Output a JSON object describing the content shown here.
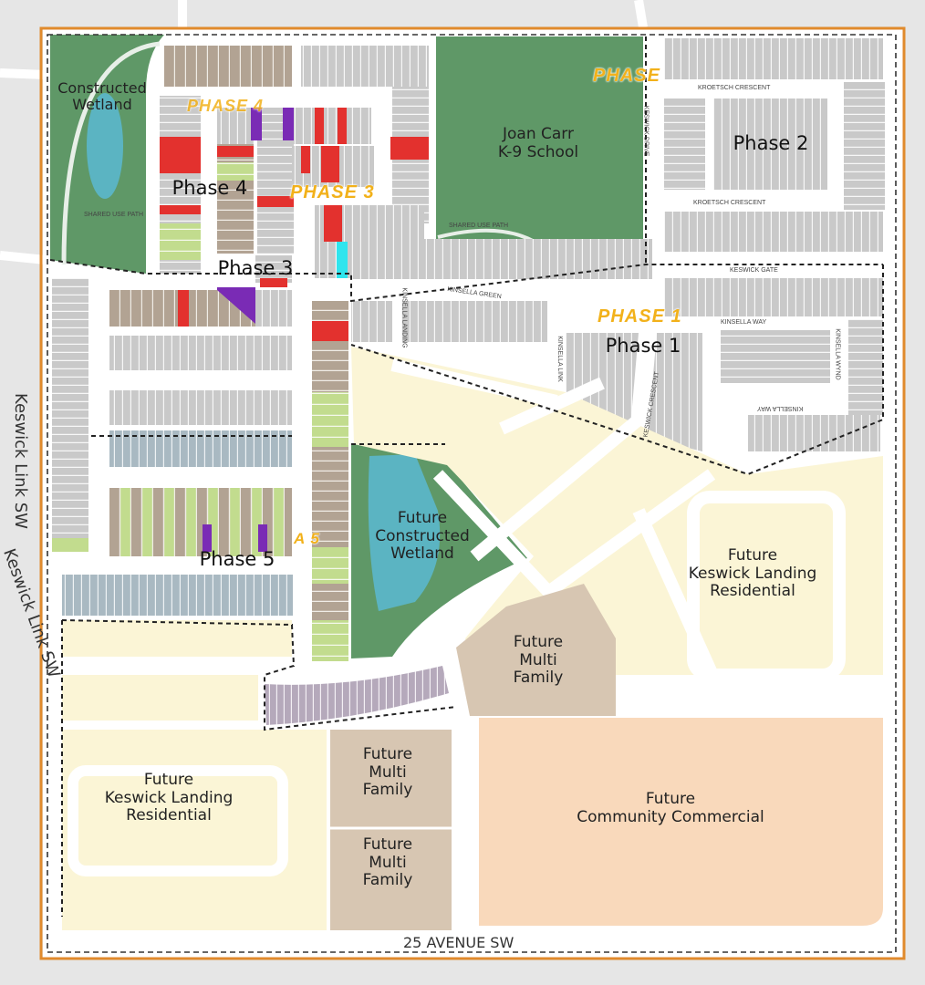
{
  "labels": {
    "constructed_wetland": "Constructed\nWetland",
    "joan_carr": "Joan Carr\nK-9 School",
    "phase_1": "Phase 1",
    "phase_2": "Phase 2",
    "phase_3": "Phase 3",
    "phase_4": "Phase 4",
    "phase_5": "Phase 5",
    "future_wetland": "Future\nConstructed\nWetland",
    "future_keswick_east": "Future\nKeswick Landing\nResidential",
    "future_keswick_west": "Future\nKeswick Landing\nResidential",
    "future_multi_1": "Future\nMulti\nFamily",
    "future_multi_2": "Future\nMulti\nFamily",
    "future_multi_3": "Future\nMulti\nFamily",
    "future_commercial": "Future\nCommunity Commercial"
  },
  "phase_tags": {
    "phase_1": "PHASE 1",
    "phase_2": "PHASE",
    "phase_3": "PHASE 3",
    "phase_4": "PHASE 4",
    "phase_5": "A 5"
  },
  "roads": {
    "avenue_25": "25 AVENUE SW",
    "keswick_link_1": "Keswick Link SW",
    "keswick_link_2": "Keswick Link SW"
  },
  "streets": {
    "kroetsch_crescent_n": "KROETSCH CRESCENT",
    "kroetsch_crescent_s": "KROETSCH CRESCENT",
    "keswick_drive": "KESWICK DRIVE",
    "keswick_gate": "KESWICK GATE",
    "kinsella_green": "KINSELLA GREEN",
    "kinsella_landing": "KINSELLA LANDING",
    "kinsella_way_n": "KINSELLA WAY",
    "kinsella_way_s": "KINSELLA WAY",
    "kinsella_link": "KINSELLA LINK",
    "keswick_crescent": "KESWICK CRESCENT",
    "kinsella_wynd": "KINSELLA WYND",
    "shared_use_path_1": "SHARED USE PATH",
    "shared_use_path_2": "SHARED USE PATH"
  },
  "colors": {
    "boundary": "#e08a2c",
    "park_green": "#5f9867",
    "water": "#5bb4c2",
    "future_residential": "#fbf5d6",
    "multi_family": "#d7c6b2",
    "commercial": "#f9d9bb",
    "lot_grey": "#c8c8c8",
    "lot_brown": "#b2a393",
    "lot_red": "#e3312e",
    "lot_purple": "#7a2bb5",
    "lot_green": "#c2dc8e",
    "lot_bluegrey": "#a9b9c2",
    "lot_lavender": "#b3a7b8",
    "lot_cyan": "#2fe5ee",
    "phase_tag": "#f2b11a"
  }
}
